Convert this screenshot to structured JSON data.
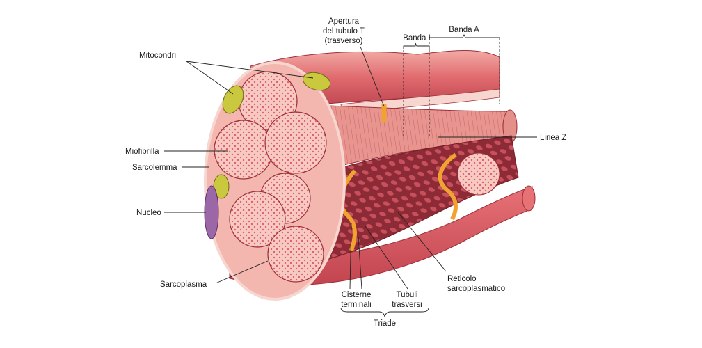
{
  "labels": {
    "apertura": [
      "Apertura",
      "del tubulo T",
      "(trasverso)"
    ],
    "banda_i": "Banda I",
    "banda_a": "Banda A",
    "mitocondri": "Mitocondri",
    "linea_z": "Linea Z",
    "miofibrilla": "Miofibrilla",
    "sarcolemma": "Sarcolemma",
    "nucleo": "Nucleo",
    "sarcoplasma": "Sarcoplasma",
    "reticolo": [
      "Reticolo",
      "sarcoplasmatico"
    ],
    "cisterne": [
      "Cisterne",
      "terminali"
    ],
    "tubuli": [
      "Tubuli",
      "trasversi"
    ],
    "triade": "Triade"
  },
  "colors": {
    "membrane": "#d9535a",
    "membrane_light": "#ee9a97",
    "membrane_dark": "#9e2f38",
    "fibril_face": "#f6c9c2",
    "fibril_dot": "#e0606a",
    "fibril_side": "#e58f8a",
    "fibril_stripe": "#c7646a",
    "reticulum": "#b8404c",
    "reticulum_dark": "#6e1e28",
    "t_tubule": "#f0a330",
    "mitochondrion": "#c9c83e",
    "nucleus": "#9b67a6"
  }
}
